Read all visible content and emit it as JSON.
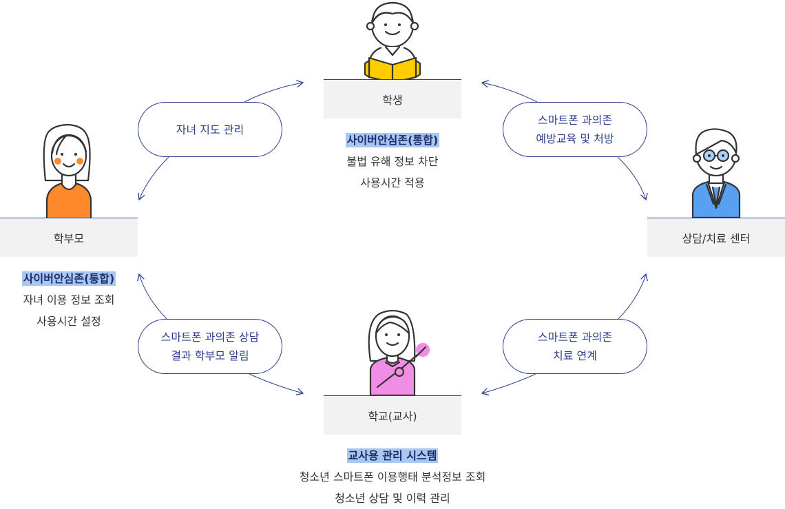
{
  "nodes": {
    "student": {
      "label": "학생",
      "highlight": "사이버안심존(통합)",
      "lines": [
        "불법 유해 정보 차단",
        "사용시간 적용"
      ]
    },
    "parent": {
      "label": "학부모",
      "highlight": "사이버안심존(통합)",
      "lines": [
        "자녀 이용 정보 조회",
        "사용시간 설정"
      ]
    },
    "teacher": {
      "label": "학교(교사)",
      "highlight": "교사용 관리 시스템",
      "lines": [
        "청소년 스마트폰 이용행태 분석정보 조회",
        "청소년 상담 및 이력 관리"
      ]
    },
    "center": {
      "label": "상담/치료 센터"
    }
  },
  "flows": {
    "parent_to_student": {
      "lines": [
        "자녀 지도 관리"
      ]
    },
    "center_to_student": {
      "lines": [
        "스마트폰 과의존",
        "예방교육 및 처방"
      ]
    },
    "teacher_to_parent": {
      "lines": [
        "스마트폰 과의존 상담",
        "결과 학부모 알림"
      ]
    },
    "teacher_to_center": {
      "lines": [
        "스마트폰 과의존",
        "치료 연계"
      ]
    }
  },
  "colors": {
    "line": "#2c3e8c",
    "highlight": "#a9c8f0",
    "book": "#ffcc00",
    "parent_shirt": "#ff8a2a",
    "teacher_shirt": "#f08ee6",
    "counselor_suit": "#5aa0f0"
  }
}
